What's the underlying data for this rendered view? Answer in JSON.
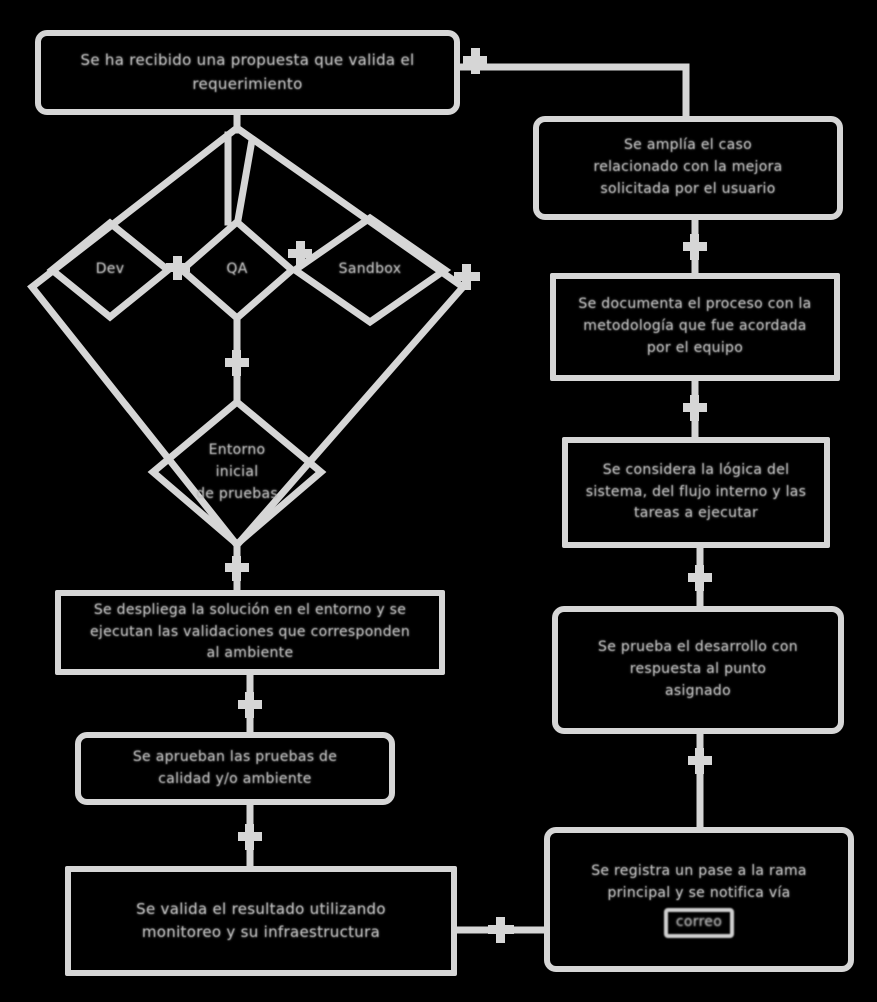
{
  "colors": {
    "background": "#000000",
    "stroke": "#d6d6d6",
    "text": "#bdbdbd"
  },
  "flowchart": {
    "top_left_box": {
      "label": "Se ha recibido una propuesta que valida el\nrequerimiento"
    },
    "decision_diamonds": {
      "dev": {
        "label": "Dev"
      },
      "qa": {
        "label": "QA"
      },
      "sandbox": {
        "label": "Sandbox"
      }
    },
    "environment_diamond": {
      "label": "Entorno\ninicial\nde pruebas"
    },
    "left_column": {
      "deploy_box": {
        "label": "Se despliega la solución en el entorno y se\nejecutan las validaciones que corresponden\nal ambiente"
      },
      "approve_box": {
        "label": "Se aprueban las pruebas de\ncalidad y/o ambiente"
      },
      "validate_box": {
        "label": "Se valida el resultado utilizando\nmonitoreo y su infraestructura"
      }
    },
    "right_column": {
      "case_box": {
        "label": "Se amplía el caso\nrelacionado con la mejora\nsolicitada por el usuario"
      },
      "document_box": {
        "label": "Se documenta el proceso con la\nmetodología que fue acordada\npor el equipo"
      },
      "logic_box": {
        "label": "Se considera la lógica del\nsistema, del flujo interno y las\ntareas a ejecutar"
      },
      "test_box": {
        "label": "Se prueba el desarrollo con\nrespuesta al punto\nasignado"
      },
      "release_box": {
        "label": "Se registra un pase a la rama\nprincipal y se notifica vía",
        "highlight": "correo"
      }
    }
  }
}
